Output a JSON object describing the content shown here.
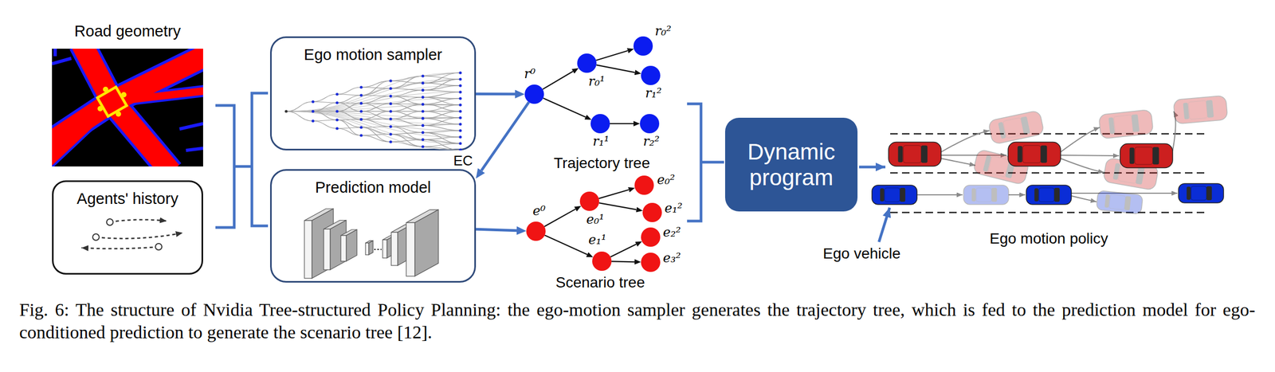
{
  "diagram": {
    "caption": "Fig. 6: The structure of Nvidia Tree-structured Policy Planning: the ego-motion sampler generates the trajectory tree, which is fed to the prediction model for ego-conditioned prediction to generate the scenario tree [12].",
    "nodes": [
      {
        "text": [
          "Road geometry"
        ]
      },
      {
        "text": [
          "Agents' history"
        ]
      },
      {
        "text": [
          "Ego motion sampler"
        ]
      },
      {
        "text": [
          "Prediction model"
        ]
      },
      {
        "text": [
          "r⁰"
        ]
      },
      {
        "text": [
          "r₀¹"
        ]
      },
      {
        "text": [
          "r₀²"
        ]
      },
      {
        "text": [
          "r₁²"
        ]
      },
      {
        "text": [
          "r₁¹"
        ]
      },
      {
        "text": [
          "r₂²"
        ]
      },
      {
        "text": [
          "e⁰"
        ]
      },
      {
        "text": [
          "e₀¹"
        ]
      },
      {
        "text": [
          "e₀²"
        ]
      },
      {
        "text": [
          "e₁²"
        ]
      },
      {
        "text": [
          "e₁¹"
        ]
      },
      {
        "text": [
          "e₂²"
        ]
      },
      {
        "text": [
          "e₃²"
        ]
      },
      {
        "text": [
          "Dynamic program"
        ]
      }
    ],
    "edges": [
      {
        "from": 2,
        "to": 4,
        "arrow": "to"
      },
      {
        "from": 3,
        "to": 10,
        "arrow": "to"
      },
      {
        "from": 4,
        "to": 3,
        "label": "EC",
        "arrow": "to"
      },
      {
        "from": 4,
        "to": 5,
        "arrow": "to"
      },
      {
        "from": 4,
        "to": 8,
        "arrow": "to"
      },
      {
        "from": 5,
        "to": 6,
        "arrow": "to"
      },
      {
        "from": 5,
        "to": 7,
        "arrow": "to"
      },
      {
        "from": 8,
        "to": 9,
        "arrow": "to"
      },
      {
        "from": 10,
        "to": 11,
        "arrow": "to"
      },
      {
        "from": 10,
        "to": 14,
        "arrow": "to"
      },
      {
        "from": 11,
        "to": 12,
        "arrow": "to"
      },
      {
        "from": 11,
        "to": 13,
        "arrow": "to"
      },
      {
        "from": 14,
        "to": 15,
        "arrow": "to"
      },
      {
        "from": 14,
        "to": 16,
        "arrow": "to"
      }
    ],
    "labels": [
      "Trajectory tree",
      "Scenario tree",
      "Ego vehicle",
      "Ego motion policy"
    ]
  }
}
